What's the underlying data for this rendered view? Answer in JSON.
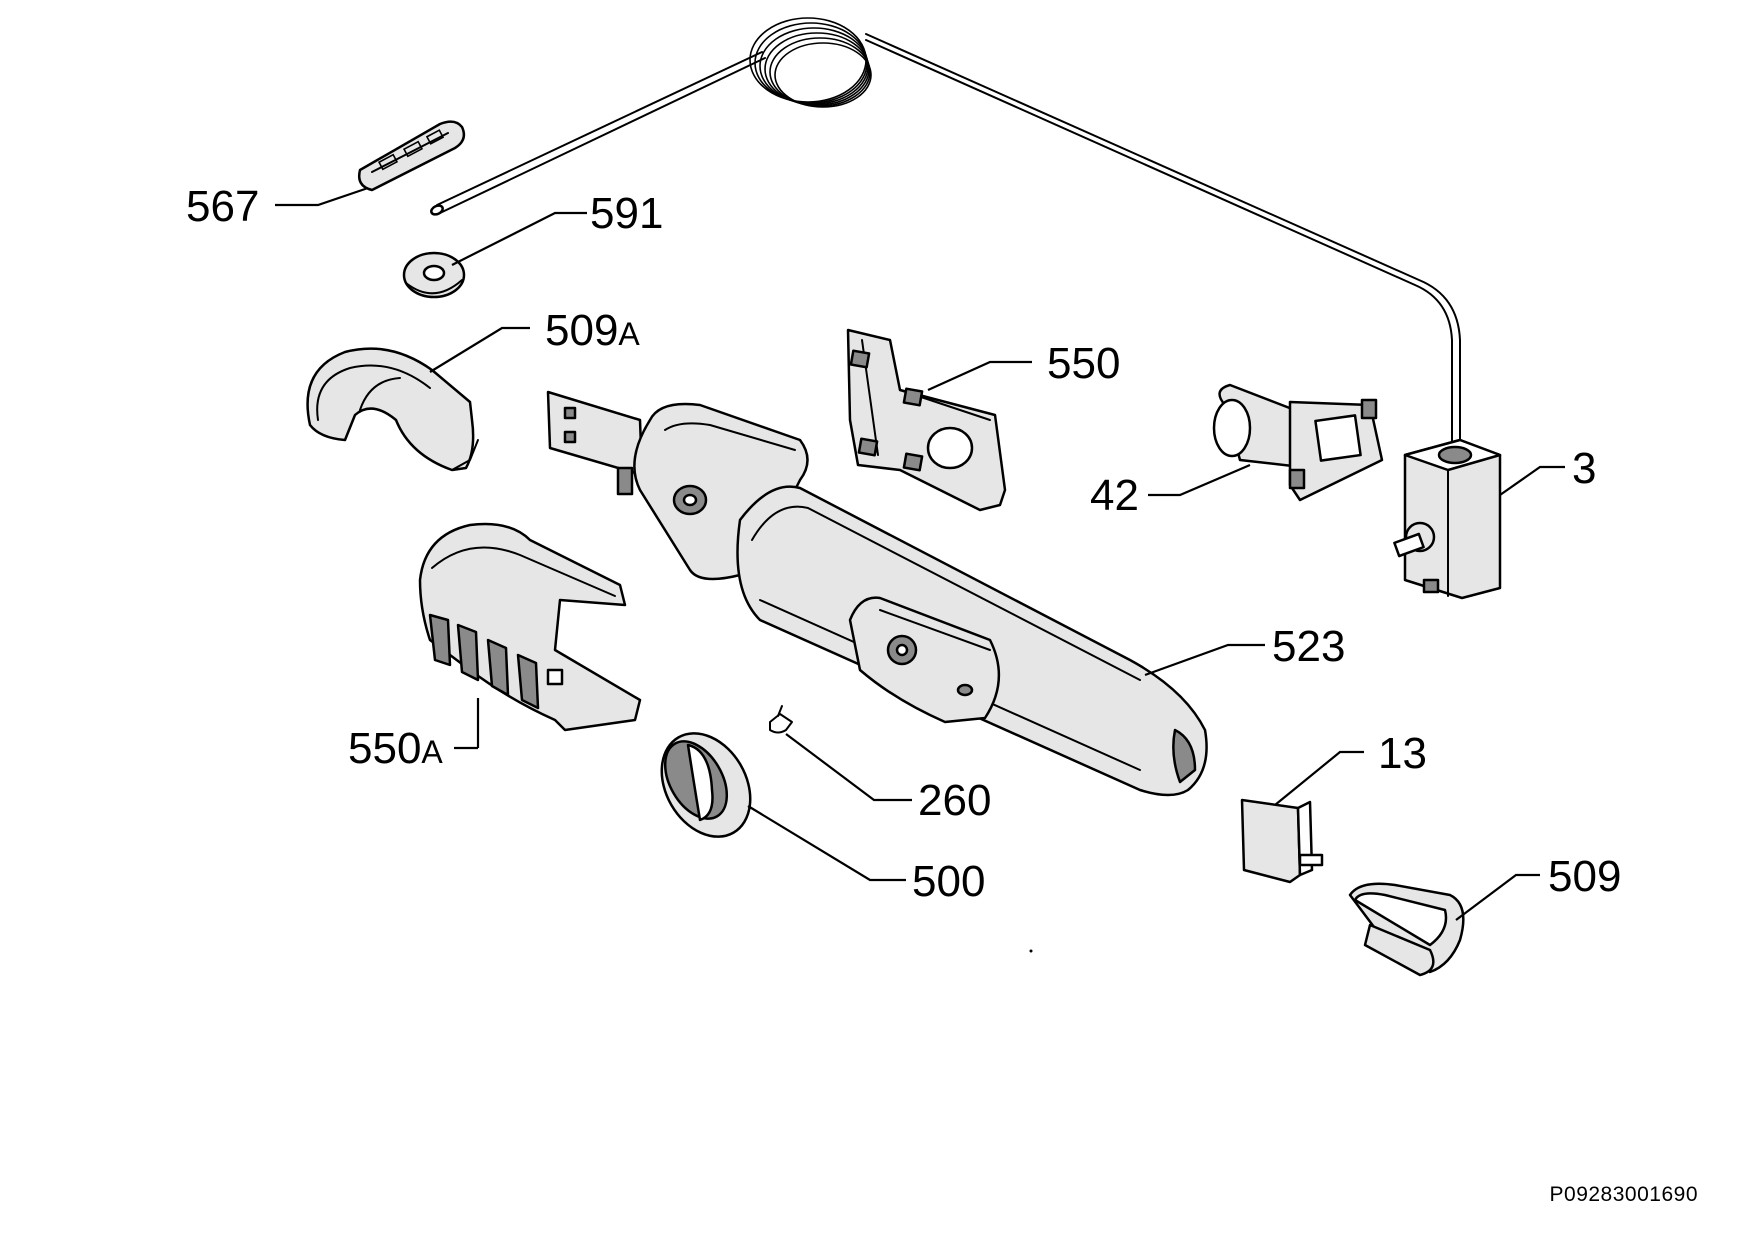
{
  "callouts": {
    "p567": "567",
    "p591": "591",
    "p509a_num": "509",
    "p509a_suffix": "A",
    "p550": "550",
    "p42": "42",
    "p3": "3",
    "p523": "523",
    "p550a_num": "550",
    "p550a_suffix": "A",
    "p13": "13",
    "p260": "260",
    "p500": "500",
    "p509": "509"
  },
  "reference_code": "P09283001690"
}
